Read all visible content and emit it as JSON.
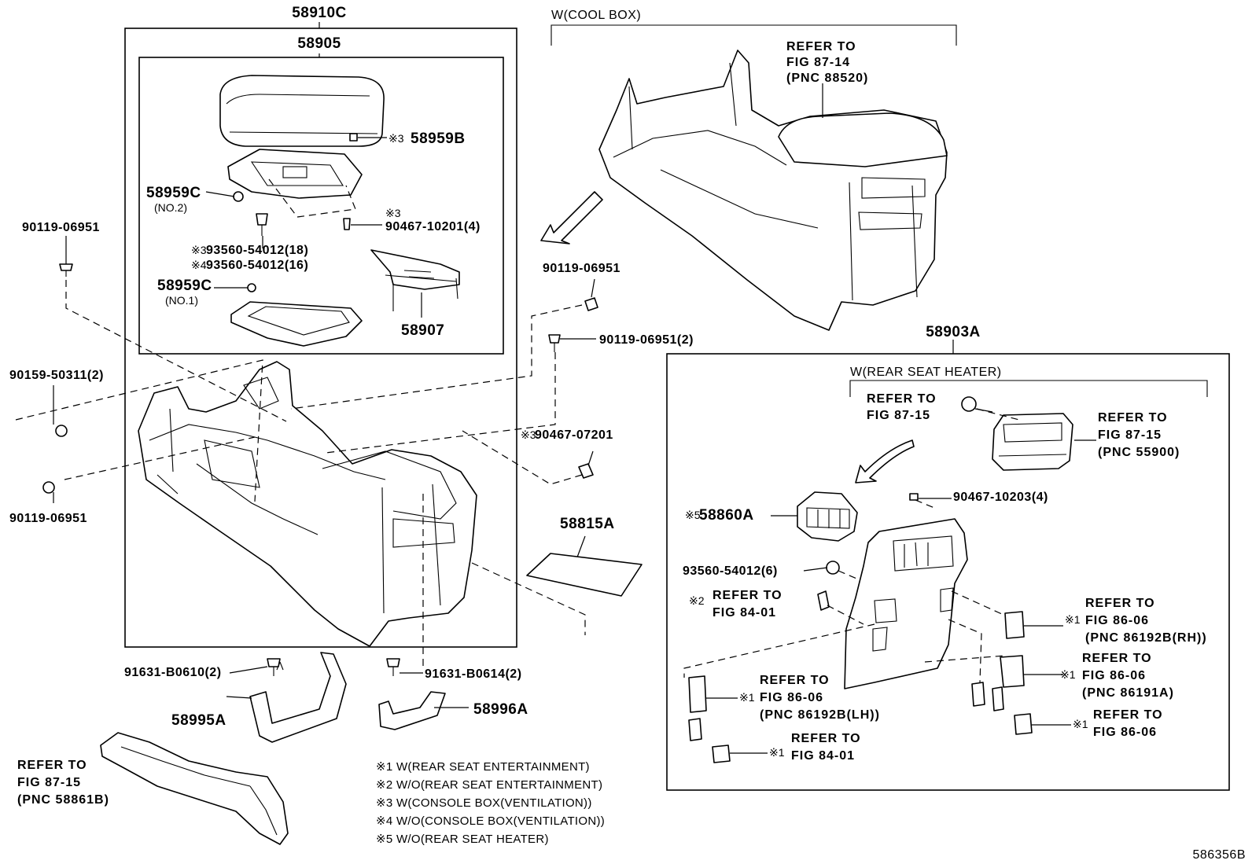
{
  "diagram_id": "586356B",
  "labels": {
    "p58910C": "58910C",
    "p58905": "58905",
    "cool_box": "W(COOL BOX)",
    "refer_87_14_a": "REFER TO",
    "refer_87_14_b": "FIG 87-14",
    "refer_87_14_c": "(PNC 88520)",
    "p58959B": "58959B",
    "m58959B": "※3",
    "p58959C_1": "58959C",
    "no2": "(NO.2)",
    "m90467_10201": "※3",
    "p90467_10201": "90467-10201(4)",
    "p93560_18": "93560-54012(18)",
    "m93560_18": "※3",
    "p93560_16": "93560-54012(16)",
    "m93560_16": "※4",
    "p58959C_2": "58959C",
    "no1": "(NO.1)",
    "p58907": "58907",
    "p90119_top_left": "90119-06951",
    "p90119_mid": "90119-06951",
    "p90119_2": "90119-06951(2)",
    "p90159": "90159-50311(2)",
    "p90119_bottom_left": "90119-06951",
    "m90467_07201": "※3",
    "p90467_07201": "90467-07201",
    "p58815A": "58815A",
    "p58903A": "58903A",
    "rear_seat_heater": "W(REAR SEAT HEATER)",
    "refer_87_15_a": "REFER TO",
    "refer_87_15_b": "FIG 87-15",
    "refer_55900_a": "REFER TO",
    "refer_55900_b": "FIG 87-15",
    "refer_55900_c": "(PNC 55900)",
    "p90467_10203": "90467-10203(4)",
    "m58860A": "※5",
    "p58860A": "58860A",
    "p93560_6": "93560-54012(6)",
    "m84_01_a": "※2",
    "refer_84_01_a1": "REFER TO",
    "refer_84_01_a2": "FIG 84-01",
    "m86192B_RH": "※1",
    "refer_86192B_RH_a": "REFER TO",
    "refer_86192B_RH_b": "FIG 86-06",
    "refer_86192B_RH_c": "(PNC 86192B(RH))",
    "m86191A": "※1",
    "refer_86191A_a": "REFER TO",
    "refer_86191A_b": "FIG 86-06",
    "refer_86191A_c": "(PNC 86191A)",
    "m86192B_LH": "※1",
    "refer_86192B_LH_a": "REFER TO",
    "refer_86192B_LH_b": "FIG 86-06",
    "refer_86192B_LH_c": "(PNC 86192B(LH))",
    "m86_06": "※1",
    "refer_86_06_a": "REFER TO",
    "refer_86_06_b": "FIG 86-06",
    "m84_01_b": "※1",
    "refer_84_01_b1": "REFER TO",
    "refer_84_01_b2": "FIG 84-01",
    "p91631_B0610": "91631-B0610(2)",
    "p91631_B0614": "91631-B0614(2)",
    "p58995A": "58995A",
    "p58996A": "58996A",
    "refer_58861B_a": "REFER TO",
    "refer_58861B_b": "FIG 87-15",
    "refer_58861B_c": "(PNC 58861B)"
  },
  "notes": [
    "※1 W(REAR SEAT ENTERTAINMENT)",
    "※2 W/O(REAR SEAT ENTERTAINMENT)",
    "※3 W(CONSOLE BOX(VENTILATION))",
    "※4 W/O(CONSOLE BOX(VENTILATION))",
    "※5 W/O(REAR SEAT HEATER)"
  ]
}
